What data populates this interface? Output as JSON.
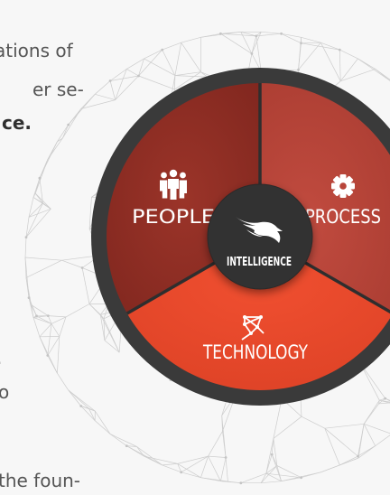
{
  "text_fragments": [
    "ations of",
    "er se-",
    "ce.",
    ".",
    "o",
    "the foun-"
  ],
  "diagram": {
    "center_label": "INTELLIGENCE",
    "segments": [
      {
        "label": "PEOPLE",
        "icon": "people-icon",
        "color": "#8f2e24"
      },
      {
        "label": "PROCESS",
        "icon": "gear-icon",
        "color": "#b8453a"
      },
      {
        "label": "TECHNOLOGY",
        "icon": "network-icon",
        "color": "#ec4a2c"
      }
    ],
    "colors": {
      "outer_ring": "#3a3a3a",
      "hub": "#333333",
      "mesh": "#c9c9c9"
    }
  }
}
